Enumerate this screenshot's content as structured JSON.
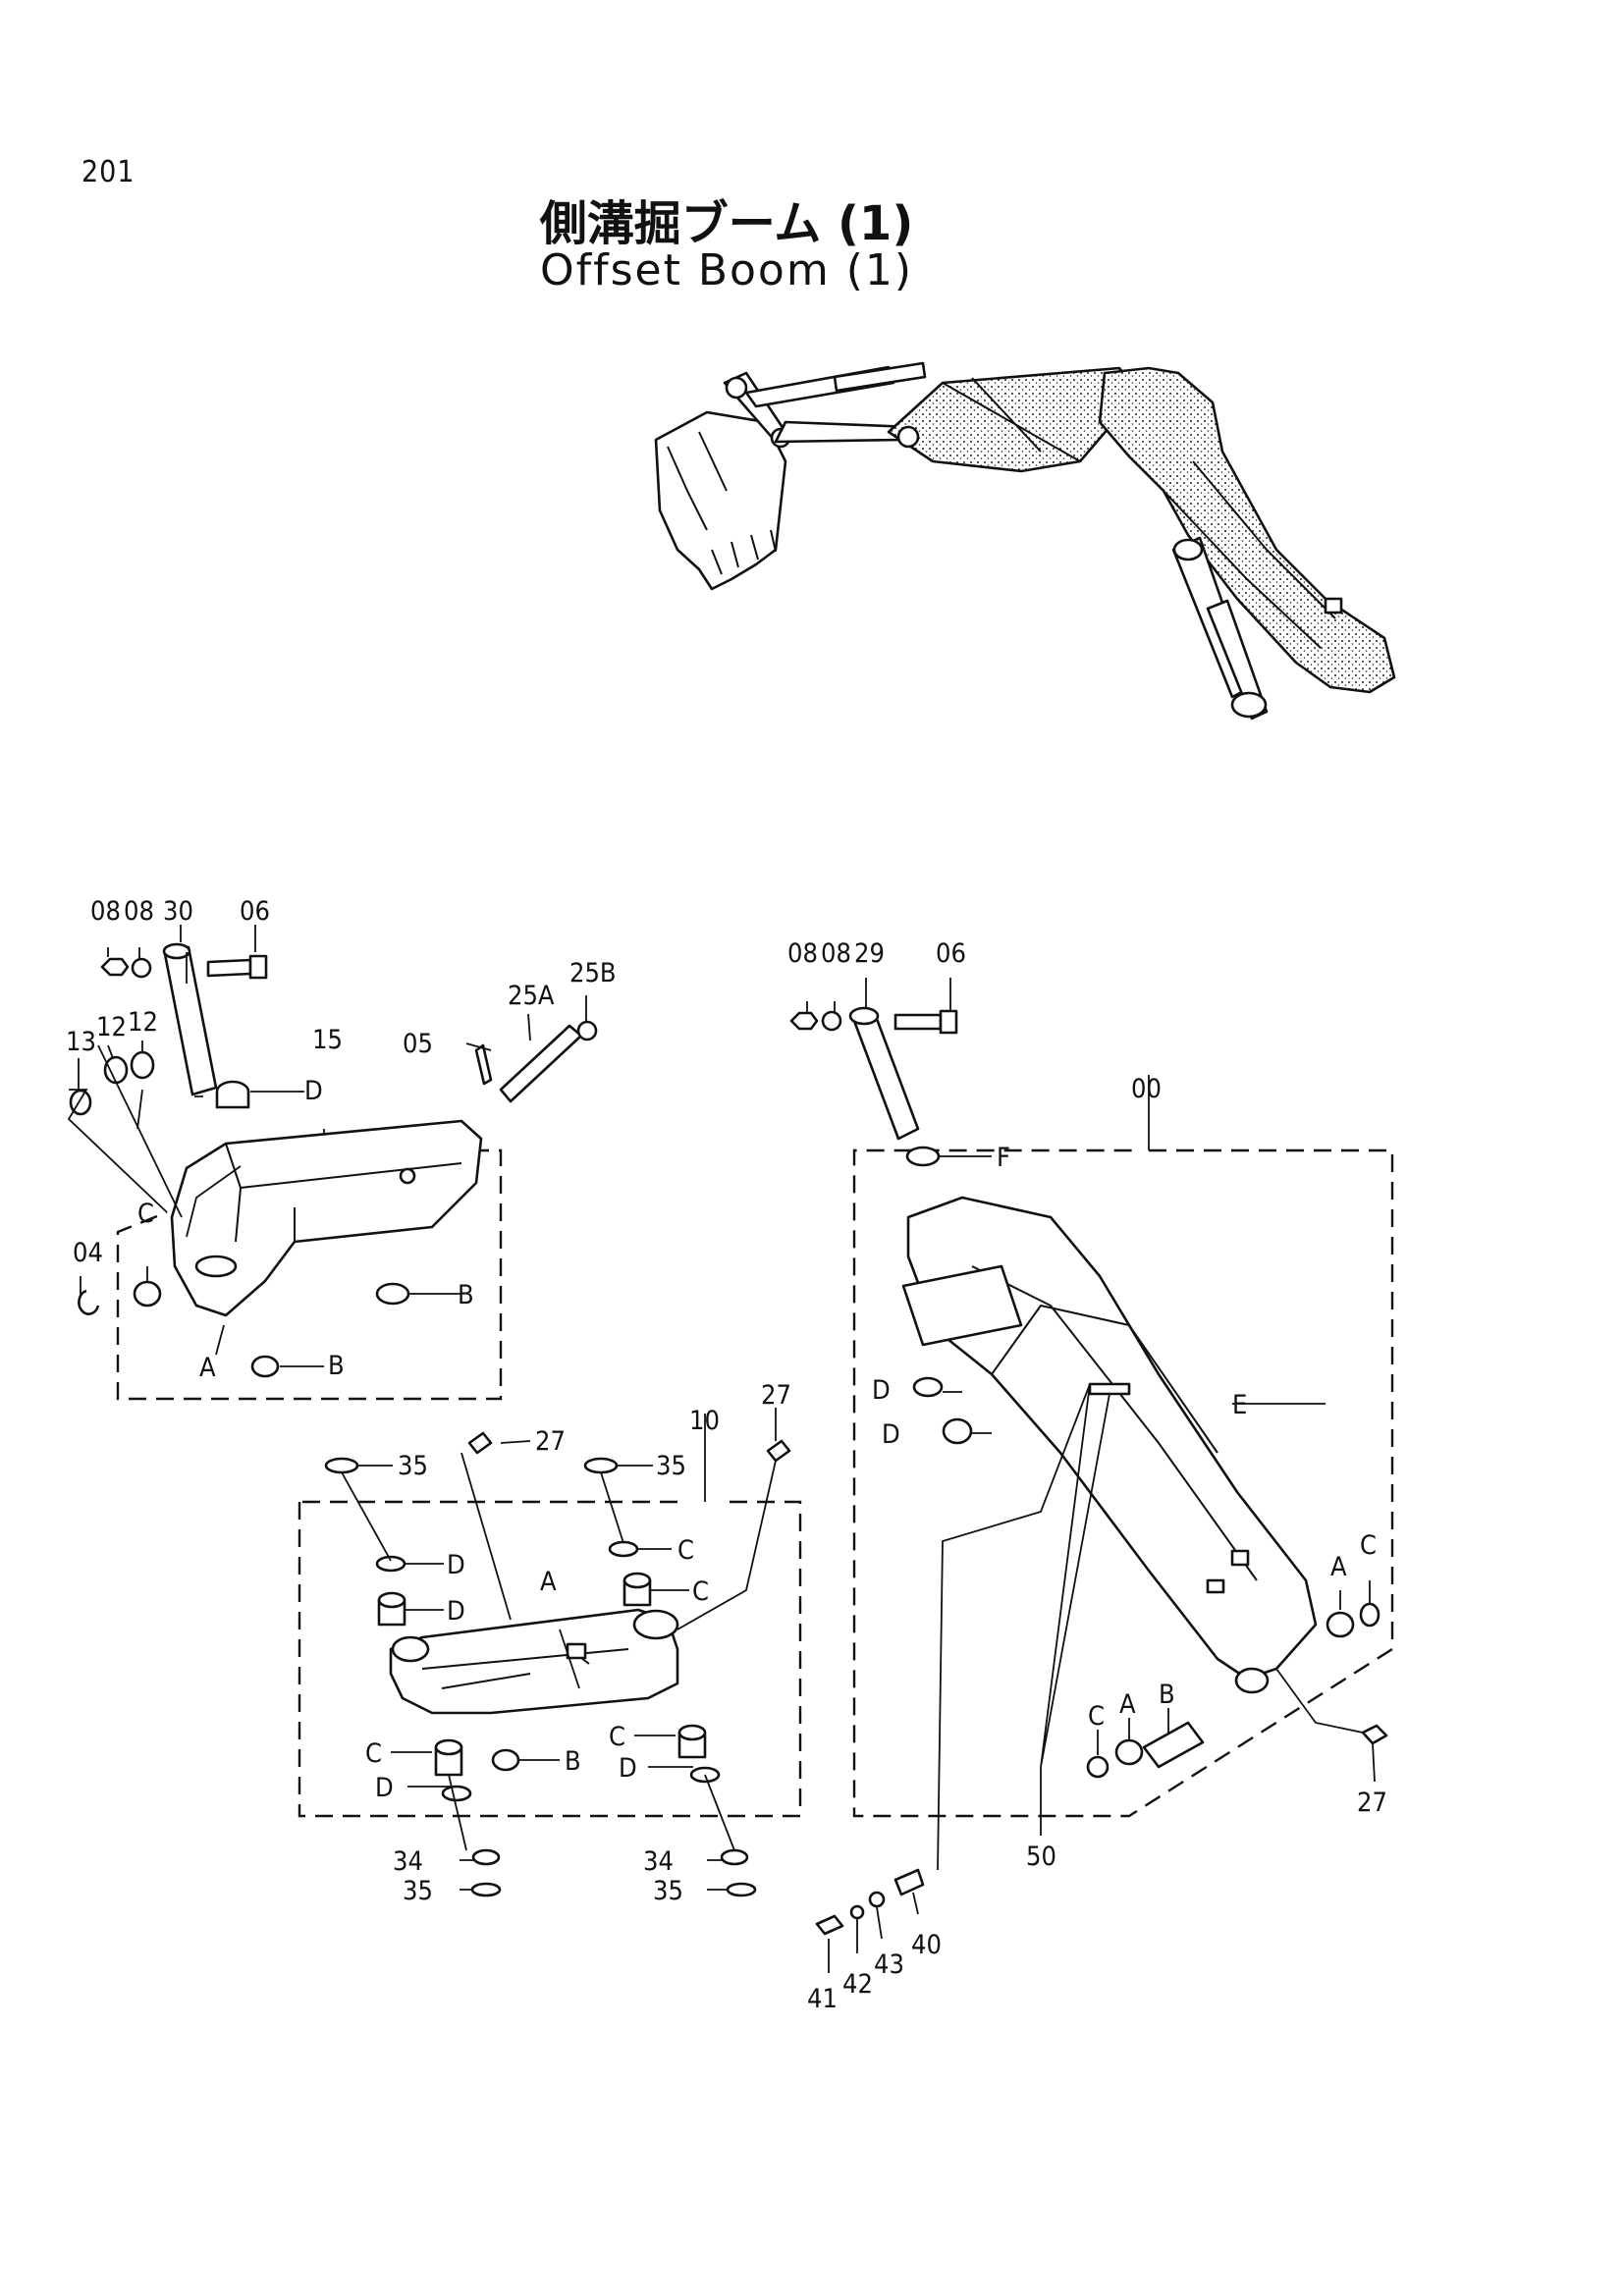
{
  "page_number": "201",
  "title": {
    "japanese": "側溝掘ブーム (1)",
    "english": "Offset Boom (1)"
  },
  "callouts": {
    "left_group": [
      "08",
      "08",
      "30",
      "06",
      "13",
      "12",
      "12",
      "15",
      "05",
      "25A",
      "25B",
      "D",
      "C",
      "04",
      "B",
      "A",
      "B"
    ],
    "center_group": [
      "35",
      "27",
      "35",
      "27",
      "10",
      "D",
      "D",
      "C",
      "C",
      "A",
      "C",
      "B",
      "C",
      "D",
      "D",
      "34",
      "35",
      "34",
      "35"
    ],
    "right_group": [
      "08",
      "08",
      "29",
      "06",
      "00",
      "F",
      "D",
      "D",
      "E",
      "A",
      "C",
      "C",
      "A",
      "B",
      "27",
      "50",
      "41",
      "42",
      "43",
      "40"
    ]
  }
}
